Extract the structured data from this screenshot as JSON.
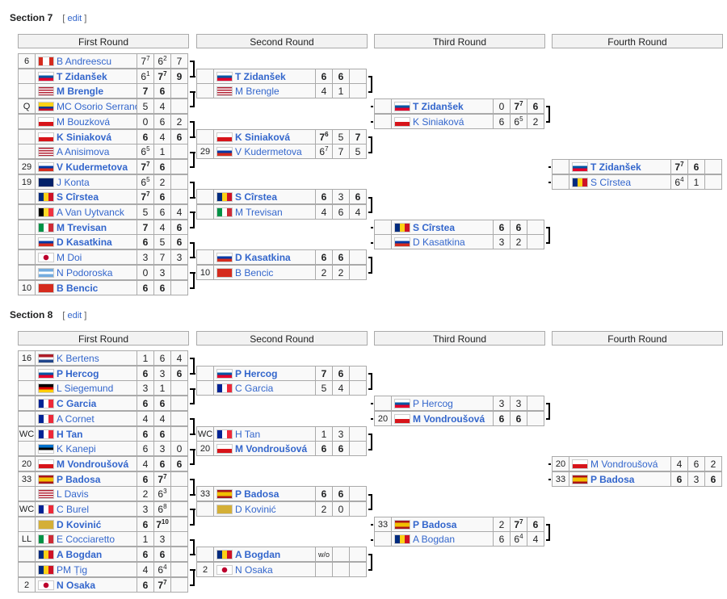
{
  "edit_label": "edit",
  "round_headers": [
    "First Round",
    "Second Round",
    "Third Round",
    "Fourth Round"
  ],
  "sections": [
    {
      "title": "Section 7",
      "r1": [
        {
          "seed": "6",
          "flag": "CAN",
          "name": "B Andreescu",
          "winner": false,
          "scores": [
            "7|7",
            "6|2",
            "7"
          ],
          "win_sets": []
        },
        {
          "seed": "",
          "flag": "SLO",
          "name": "T Zidanšek",
          "winner": true,
          "scores": [
            "6|1",
            "7|7",
            "9"
          ],
          "win_sets": [
            1,
            2
          ]
        },
        {
          "seed": "",
          "flag": "USA",
          "name": "M Brengle",
          "winner": true,
          "scores": [
            "7",
            "6",
            ""
          ],
          "win_sets": [
            0,
            1
          ]
        },
        {
          "seed": "Q",
          "flag": "COL",
          "name": "MC Osorio Serrano",
          "winner": false,
          "scores": [
            "5",
            "4",
            ""
          ],
          "win_sets": []
        },
        {
          "seed": "",
          "flag": "CZE",
          "name": "M Bouzková",
          "winner": false,
          "scores": [
            "0",
            "6",
            "2"
          ],
          "win_sets": []
        },
        {
          "seed": "",
          "flag": "CZE",
          "name": "K Siniaková",
          "winner": true,
          "scores": [
            "6",
            "4",
            "6"
          ],
          "win_sets": [
            0,
            2
          ]
        },
        {
          "seed": "",
          "flag": "USA",
          "name": "A Anisimova",
          "winner": false,
          "scores": [
            "6|5",
            "1",
            ""
          ],
          "win_sets": []
        },
        {
          "seed": "29",
          "flag": "RUS",
          "name": "V Kudermetova",
          "winner": true,
          "scores": [
            "7|7",
            "6",
            ""
          ],
          "win_sets": [
            0,
            1
          ]
        },
        {
          "seed": "19",
          "flag": "GBR",
          "name": "J Konta",
          "winner": false,
          "scores": [
            "6|5",
            "2",
            ""
          ],
          "win_sets": []
        },
        {
          "seed": "",
          "flag": "ROU",
          "name": "S Cîrstea",
          "winner": true,
          "scores": [
            "7|7",
            "6",
            ""
          ],
          "win_sets": [
            0,
            1
          ]
        },
        {
          "seed": "",
          "flag": "BEL",
          "name": "A Van Uytvanck",
          "winner": false,
          "scores": [
            "5",
            "6",
            "4"
          ],
          "win_sets": []
        },
        {
          "seed": "",
          "flag": "ITA",
          "name": "M Trevisan",
          "winner": true,
          "scores": [
            "7",
            "4",
            "6"
          ],
          "win_sets": [
            0,
            2
          ]
        },
        {
          "seed": "",
          "flag": "RUS",
          "name": "D Kasatkina",
          "winner": true,
          "scores": [
            "6",
            "5",
            "6"
          ],
          "win_sets": [
            0,
            2
          ]
        },
        {
          "seed": "",
          "flag": "JPN",
          "name": "M Doi",
          "winner": false,
          "scores": [
            "3",
            "7",
            "3"
          ],
          "win_sets": []
        },
        {
          "seed": "",
          "flag": "ARG",
          "name": "N Podoroska",
          "winner": false,
          "scores": [
            "0",
            "3",
            ""
          ],
          "win_sets": []
        },
        {
          "seed": "10",
          "flag": "SUI",
          "name": "B Bencic",
          "winner": true,
          "scores": [
            "6",
            "6",
            ""
          ],
          "win_sets": [
            0,
            1
          ]
        }
      ],
      "r2": [
        {
          "seed": "",
          "flag": "SLO",
          "name": "T Zidanšek",
          "winner": true,
          "scores": [
            "6",
            "6",
            ""
          ],
          "win_sets": [
            0,
            1
          ]
        },
        {
          "seed": "",
          "flag": "USA",
          "name": "M Brengle",
          "winner": false,
          "scores": [
            "4",
            "1",
            ""
          ],
          "win_sets": []
        },
        {
          "seed": "",
          "flag": "CZE",
          "name": "K Siniaková",
          "winner": true,
          "scores": [
            "7|6",
            "5",
            "7"
          ],
          "win_sets": [
            0,
            2
          ]
        },
        {
          "seed": "29",
          "flag": "RUS",
          "name": "V Kudermetova",
          "winner": false,
          "scores": [
            "6|7",
            "7",
            "5"
          ],
          "win_sets": []
        },
        {
          "seed": "",
          "flag": "ROU",
          "name": "S Cîrstea",
          "winner": true,
          "scores": [
            "6",
            "3",
            "6"
          ],
          "win_sets": [
            0,
            2
          ]
        },
        {
          "seed": "",
          "flag": "ITA",
          "name": "M Trevisan",
          "winner": false,
          "scores": [
            "4",
            "6",
            "4"
          ],
          "win_sets": []
        },
        {
          "seed": "",
          "flag": "RUS",
          "name": "D Kasatkina",
          "winner": true,
          "scores": [
            "6",
            "6",
            ""
          ],
          "win_sets": [
            0,
            1
          ]
        },
        {
          "seed": "10",
          "flag": "SUI",
          "name": "B Bencic",
          "winner": false,
          "scores": [
            "2",
            "2",
            ""
          ],
          "win_sets": []
        }
      ],
      "r3": [
        {
          "seed": "",
          "flag": "SLO",
          "name": "T Zidanšek",
          "winner": true,
          "scores": [
            "0",
            "7|7",
            "6"
          ],
          "win_sets": [
            1,
            2
          ]
        },
        {
          "seed": "",
          "flag": "CZE",
          "name": "K Siniaková",
          "winner": false,
          "scores": [
            "6",
            "6|5",
            "2"
          ],
          "win_sets": []
        },
        {
          "seed": "",
          "flag": "ROU",
          "name": "S Cîrstea",
          "winner": true,
          "scores": [
            "6",
            "6",
            ""
          ],
          "win_sets": [
            0,
            1
          ]
        },
        {
          "seed": "",
          "flag": "RUS",
          "name": "D Kasatkina",
          "winner": false,
          "scores": [
            "3",
            "2",
            ""
          ],
          "win_sets": []
        }
      ],
      "r4": [
        {
          "seed": "",
          "flag": "SLO",
          "name": "T Zidanšek",
          "winner": true,
          "scores": [
            "7|7",
            "6",
            ""
          ],
          "win_sets": [
            0,
            1
          ]
        },
        {
          "seed": "",
          "flag": "ROU",
          "name": "S Cîrstea",
          "winner": false,
          "scores": [
            "6|4",
            "1",
            ""
          ],
          "win_sets": []
        }
      ]
    },
    {
      "title": "Section 8",
      "r1": [
        {
          "seed": "16",
          "flag": "NED",
          "name": "K Bertens",
          "winner": false,
          "scores": [
            "1",
            "6",
            "4"
          ],
          "win_sets": []
        },
        {
          "seed": "",
          "flag": "SLO",
          "name": "P Hercog",
          "winner": true,
          "scores": [
            "6",
            "3",
            "6"
          ],
          "win_sets": [
            0,
            2
          ]
        },
        {
          "seed": "",
          "flag": "GER",
          "name": "L Siegemund",
          "winner": false,
          "scores": [
            "3",
            "1",
            ""
          ],
          "win_sets": []
        },
        {
          "seed": "",
          "flag": "FRA",
          "name": "C Garcia",
          "winner": true,
          "scores": [
            "6",
            "6",
            ""
          ],
          "win_sets": [
            0,
            1
          ]
        },
        {
          "seed": "",
          "flag": "FRA",
          "name": "A Cornet",
          "winner": false,
          "scores": [
            "4",
            "4",
            ""
          ],
          "win_sets": []
        },
        {
          "seed": "WC",
          "flag": "FRA",
          "name": "H Tan",
          "winner": true,
          "scores": [
            "6",
            "6",
            ""
          ],
          "win_sets": [
            0,
            1
          ]
        },
        {
          "seed": "",
          "flag": "EST",
          "name": "K Kanepi",
          "winner": false,
          "scores": [
            "6",
            "3",
            "0"
          ],
          "win_sets": []
        },
        {
          "seed": "20",
          "flag": "CZE",
          "name": "M Vondroušová",
          "winner": true,
          "scores": [
            "4",
            "6",
            "6"
          ],
          "win_sets": [
            1,
            2
          ]
        },
        {
          "seed": "33",
          "flag": "ESP",
          "name": "P Badosa",
          "winner": true,
          "scores": [
            "6",
            "7|7",
            ""
          ],
          "win_sets": [
            0,
            1
          ]
        },
        {
          "seed": "",
          "flag": "USA",
          "name": "L Davis",
          "winner": false,
          "scores": [
            "2",
            "6|3",
            ""
          ],
          "win_sets": []
        },
        {
          "seed": "WC",
          "flag": "FRA",
          "name": "C Burel",
          "winner": false,
          "scores": [
            "3",
            "6|8",
            ""
          ],
          "win_sets": []
        },
        {
          "seed": "",
          "flag": "MNE",
          "name": "D Kovinić",
          "winner": true,
          "scores": [
            "6",
            "7|10",
            ""
          ],
          "win_sets": [
            0,
            1
          ]
        },
        {
          "seed": "LL",
          "flag": "ITA",
          "name": "E Cocciaretto",
          "winner": false,
          "scores": [
            "1",
            "3",
            ""
          ],
          "win_sets": []
        },
        {
          "seed": "",
          "flag": "ROU",
          "name": "A Bogdan",
          "winner": true,
          "scores": [
            "6",
            "6",
            ""
          ],
          "win_sets": [
            0,
            1
          ]
        },
        {
          "seed": "",
          "flag": "ROU",
          "name": "PM Țig",
          "winner": false,
          "scores": [
            "4",
            "6|4",
            ""
          ],
          "win_sets": []
        },
        {
          "seed": "2",
          "flag": "JPN",
          "name": "N Osaka",
          "winner": true,
          "scores": [
            "6",
            "7|7",
            ""
          ],
          "win_sets": [
            0,
            1
          ]
        }
      ],
      "r2": [
        {
          "seed": "",
          "flag": "SLO",
          "name": "P Hercog",
          "winner": true,
          "scores": [
            "7",
            "6",
            ""
          ],
          "win_sets": [
            0,
            1
          ]
        },
        {
          "seed": "",
          "flag": "FRA",
          "name": "C Garcia",
          "winner": false,
          "scores": [
            "5",
            "4",
            ""
          ],
          "win_sets": []
        },
        {
          "seed": "WC",
          "flag": "FRA",
          "name": "H Tan",
          "winner": false,
          "scores": [
            "1",
            "3",
            ""
          ],
          "win_sets": []
        },
        {
          "seed": "20",
          "flag": "CZE",
          "name": "M Vondroušová",
          "winner": true,
          "scores": [
            "6",
            "6",
            ""
          ],
          "win_sets": [
            0,
            1
          ]
        },
        {
          "seed": "33",
          "flag": "ESP",
          "name": "P Badosa",
          "winner": true,
          "scores": [
            "6",
            "6",
            ""
          ],
          "win_sets": [
            0,
            1
          ]
        },
        {
          "seed": "",
          "flag": "MNE",
          "name": "D Kovinić",
          "winner": false,
          "scores": [
            "2",
            "0",
            ""
          ],
          "win_sets": []
        },
        {
          "seed": "",
          "flag": "ROU",
          "name": "A Bogdan",
          "winner": true,
          "scores": [
            "w/o",
            "",
            ""
          ],
          "win_sets": []
        },
        {
          "seed": "2",
          "flag": "JPN",
          "name": "N Osaka",
          "winner": false,
          "scores": [
            "",
            "",
            ""
          ],
          "win_sets": []
        }
      ],
      "r3": [
        {
          "seed": "",
          "flag": "SLO",
          "name": "P Hercog",
          "winner": false,
          "scores": [
            "3",
            "3",
            ""
          ],
          "win_sets": []
        },
        {
          "seed": "20",
          "flag": "CZE",
          "name": "M Vondroušová",
          "winner": true,
          "scores": [
            "6",
            "6",
            ""
          ],
          "win_sets": [
            0,
            1
          ]
        },
        {
          "seed": "33",
          "flag": "ESP",
          "name": "P Badosa",
          "winner": true,
          "scores": [
            "2",
            "7|7",
            "6"
          ],
          "win_sets": [
            1,
            2
          ]
        },
        {
          "seed": "",
          "flag": "ROU",
          "name": "A Bogdan",
          "winner": false,
          "scores": [
            "6",
            "6|4",
            "4"
          ],
          "win_sets": []
        }
      ],
      "r4": [
        {
          "seed": "20",
          "flag": "CZE",
          "name": "M Vondroušová",
          "winner": false,
          "scores": [
            "4",
            "6",
            "2"
          ],
          "win_sets": []
        },
        {
          "seed": "33",
          "flag": "ESP",
          "name": "P Badosa",
          "winner": true,
          "scores": [
            "6",
            "3",
            "6"
          ],
          "win_sets": [
            0,
            2
          ]
        }
      ]
    }
  ]
}
